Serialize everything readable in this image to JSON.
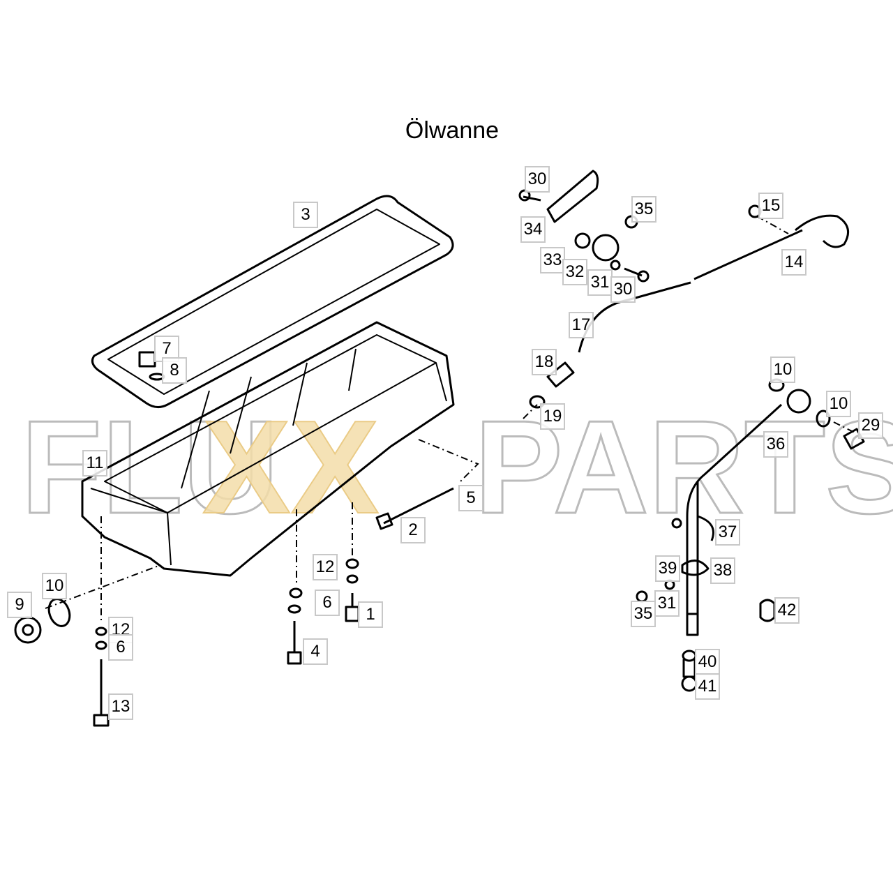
{
  "title": "Ölwanne",
  "watermark": {
    "left": "FLU",
    "middle": "XX",
    "right": "PARTS",
    "outline_color": "#b4b4b4",
    "accent_color": "#f2d9a0"
  },
  "callouts": [
    "30",
    "34",
    "35",
    "33",
    "32",
    "31",
    "30",
    "15",
    "14",
    "3",
    "7",
    "8",
    "17",
    "18",
    "19",
    "10",
    "10",
    "29",
    "36",
    "11",
    "5",
    "2",
    "37",
    "39",
    "38",
    "31",
    "35",
    "42",
    "12",
    "6",
    "1",
    "10",
    "9",
    "12",
    "6",
    "13",
    "4",
    "40",
    "41"
  ]
}
